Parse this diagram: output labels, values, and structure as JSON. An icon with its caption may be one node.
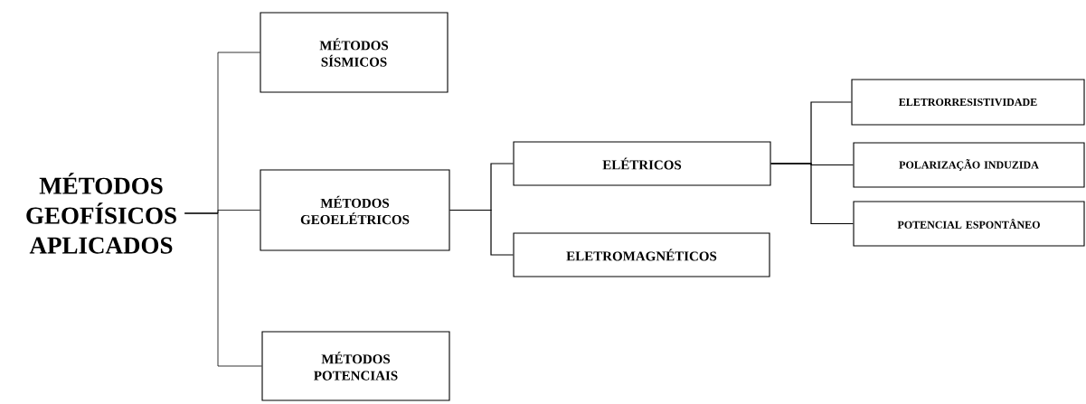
{
  "diagram": {
    "nodes": [
      {
        "text": [
          "MÉTODOS GEOFÍSICOS APLICADOS"
        ]
      },
      {
        "text": [
          "MÉTODOS SÍSMICOS"
        ]
      },
      {
        "text": [
          "MÉTODOS GEOELÉTRICOS"
        ]
      },
      {
        "text": [
          "MÉTODOS POTENCIAIS"
        ]
      },
      {
        "text": [
          "ELÉTRICOS"
        ]
      },
      {
        "text": [
          "ELETROMAGNÉTICOS"
        ]
      },
      {
        "text": [
          "ELETRORRESISTIVIDADE"
        ]
      },
      {
        "text": [
          "POLARIZAÇÃO INDUZIDA"
        ]
      },
      {
        "text": [
          "POTENCIAL ESPONTÂNEO"
        ]
      }
    ],
    "edges": [
      {
        "from": 0,
        "to": 1,
        "arrow": "none"
      },
      {
        "from": 0,
        "to": 2,
        "arrow": "none"
      },
      {
        "from": 0,
        "to": 3,
        "arrow": "none"
      },
      {
        "from": 2,
        "to": 4,
        "arrow": "none"
      },
      {
        "from": 2,
        "to": 5,
        "arrow": "none"
      },
      {
        "from": 4,
        "to": 6,
        "arrow": "none"
      },
      {
        "from": 4,
        "to": 7,
        "arrow": "none"
      },
      {
        "from": 4,
        "to": 8,
        "arrow": "none"
      }
    ]
  }
}
